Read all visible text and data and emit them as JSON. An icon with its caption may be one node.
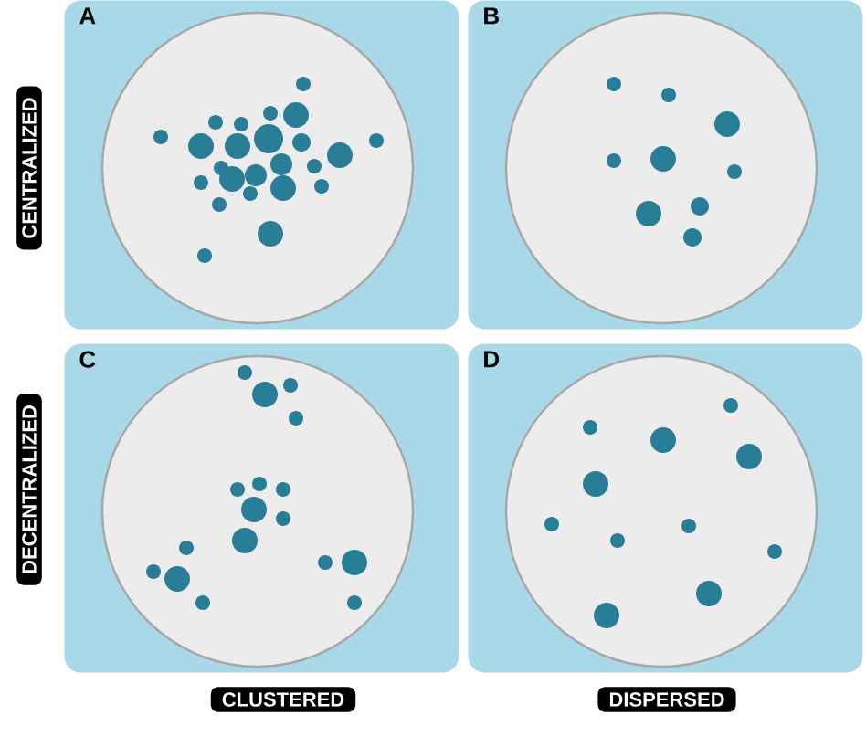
{
  "diagram": {
    "nodes": [
      {
        "text": [
          "A"
        ]
      },
      {
        "text": [
          "B"
        ]
      },
      {
        "text": [
          "C"
        ]
      },
      {
        "text": [
          "D"
        ]
      },
      {
        "text": [
          "CENTRALIZED"
        ]
      },
      {
        "text": [
          "DECENTRALIZED"
        ]
      },
      {
        "text": [
          "CLUSTERED"
        ]
      },
      {
        "text": [
          "DISPERSED"
        ]
      }
    ]
  }
}
